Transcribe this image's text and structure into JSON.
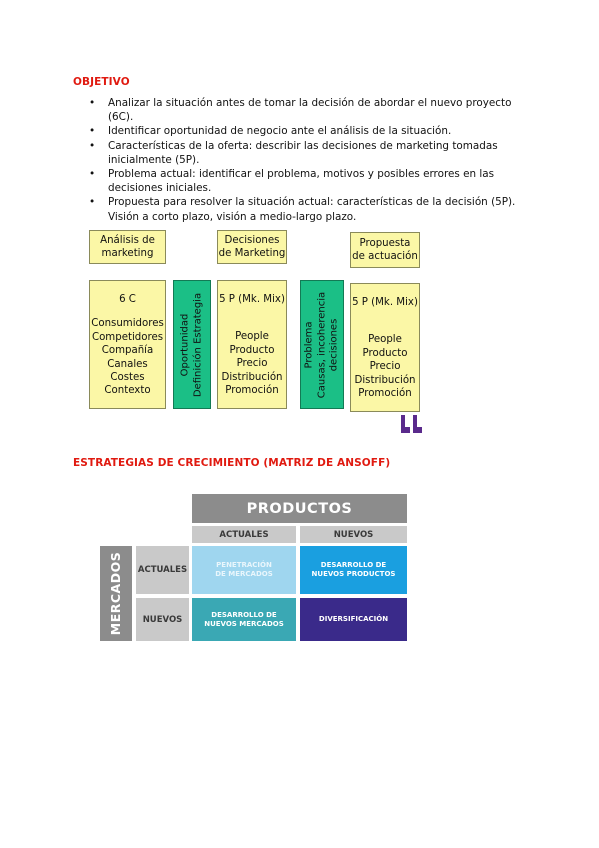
{
  "objetivo": {
    "title": "OBJETIVO",
    "bullets": [
      "Analizar la situación antes de tomar la decisión de abordar el nuevo proyecto (6C).",
      "Identificar oportunidad de negocio ante el análisis de la situación.",
      "Características de la oferta: describir las decisiones de marketing tomadas inicialmente (5P).",
      "Problema actual: identificar el problema, motivos y posibles errores en las decisiones iniciales.",
      "Propuesta para resolver la situación actual: características de la decisión (5P). Visión a corto plazo, visión a medio-largo plazo."
    ]
  },
  "diagram": {
    "header_analisis": "Análisis de\nmarketing",
    "header_decisiones": "Decisiones\nde Marketing",
    "header_propuesta": "Propuesta\nde actuación",
    "col_6c_title": "6 C",
    "col_6c_items": [
      "Consumidores",
      "Competidores",
      "Compañía",
      "Canales",
      "Costes",
      "Contexto"
    ],
    "oportunidad": "Oportunidad\nDefinición Estrategia",
    "col_5p_title": "5 P (Mk. Mix)",
    "col_5p_items": [
      "People",
      "Producto",
      "Precio",
      "Distribución",
      "Promoción"
    ],
    "problema": "Problema\nCausas, incoherencia\ndecisiones",
    "col_5p2_title": "5 P (Mk. Mix)",
    "col_5p2_items": [
      "People",
      "Producto",
      "Precio",
      "Distribución",
      "Promoción"
    ],
    "quote_color": "#5a2a8c"
  },
  "ansoff": {
    "title": "ESTRATEGIAS DE CRECIMIENTO (MATRIZ DE ANSOFF)",
    "productos": "PRODUCTOS",
    "actuales_col": "ACTUALES",
    "nuevos_col": "NUEVOS",
    "mercados": "MERCADOS",
    "actuales_row": "ACTUALES",
    "nuevos_row": "NUEVOS",
    "cell_pen": "PENETRACIÓN\nDE MERCADOS",
    "cell_dnp": "DESARROLLO DE\nNUEVOS PRODUCTOS",
    "cell_dnm": "DESARROLLO DE\nNUEVOS MERCADOS",
    "cell_div": "DIVERSIFICACIÓN",
    "colors": {
      "pen": "#9fd6ef",
      "dnp": "#1a9fe0",
      "dnm": "#3aa8b4",
      "div": "#3a2a8a"
    }
  }
}
